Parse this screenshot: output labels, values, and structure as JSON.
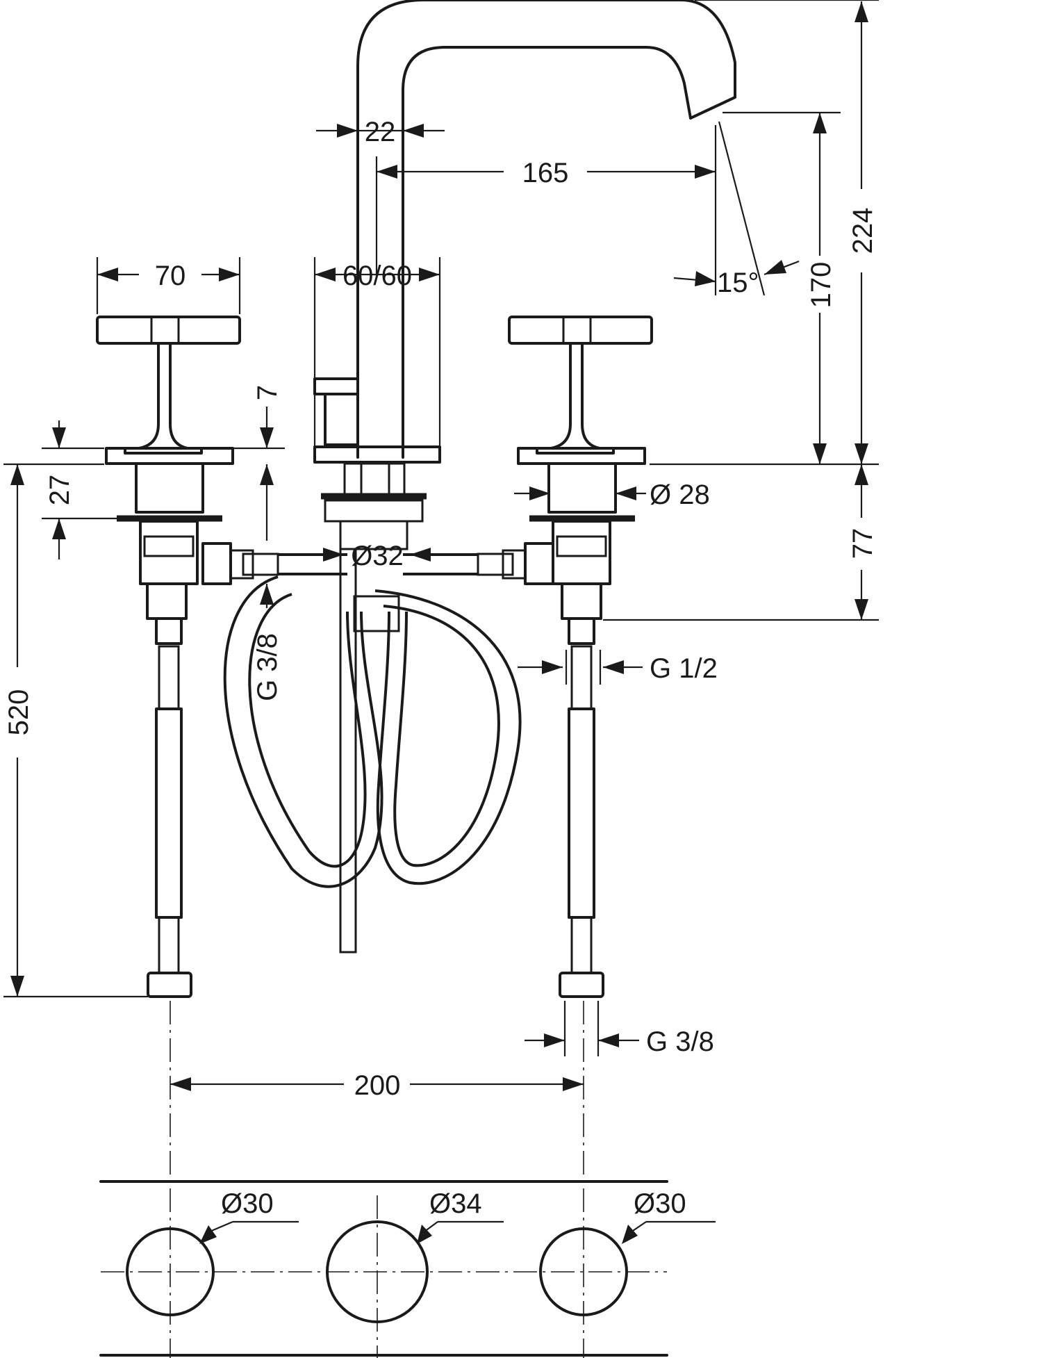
{
  "dimensions": {
    "spout_tube": "22",
    "spout_reach": "165",
    "base_size": "60/60",
    "spout_angle": "15°",
    "outlet_height": "170",
    "total_height": "224",
    "handle_width": "70",
    "rosette_thickness": "7",
    "handle_body_height": "27",
    "stem_diameter": "Ø 28",
    "shank_length": "77",
    "connection_diameter": "Ø32",
    "hose_thread": "G 3/8",
    "valve_thread": "G 1/2",
    "hose_length": "520",
    "outlet_thread": "G 3/8",
    "hole_spacing": "200"
  },
  "holes": [
    {
      "label": "Ø30"
    },
    {
      "label": "Ø34"
    },
    {
      "label": "Ø30"
    }
  ],
  "colors": {
    "line": "#1a1a1a",
    "background": "#ffffff"
  }
}
